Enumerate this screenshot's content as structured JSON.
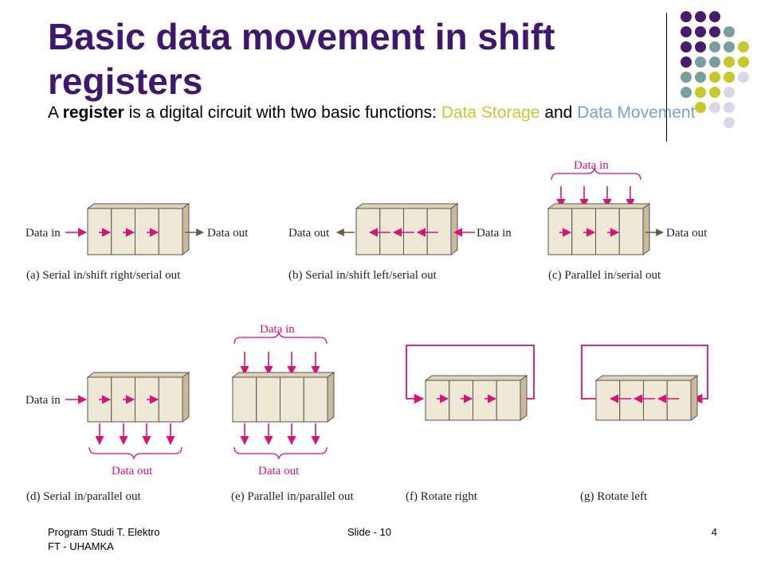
{
  "slide": {
    "title": "Basic data movement in shift registers",
    "intro": {
      "prefix": "A ",
      "bold_word": "register",
      "middle": "  is a digital circuit with two basic functions: ",
      "storage": "Data Storage",
      "and_word": " and ",
      "movement": "Data Movement"
    }
  },
  "diagrams": [
    {
      "caption": "(a) Serial in/shift right/serial out",
      "left_label": "Data in",
      "right_label": "Data out"
    },
    {
      "caption": "(b) Serial in/shift left/serial out",
      "left_label": "Data out",
      "right_label": "Data in"
    },
    {
      "caption": "(c) Parallel in/serial out",
      "top_label": "Data in",
      "right_label": "Data out"
    },
    {
      "caption": "(d) Serial in/parallel out",
      "left_label": "Data in",
      "bottom_label": "Data out"
    },
    {
      "caption": "(e) Parallel in/parallel out",
      "top_label": "Data in",
      "bottom_label": "Data out"
    },
    {
      "caption": "(f) Rotate right"
    },
    {
      "caption": "(g) Rotate left"
    }
  ],
  "footer": {
    "left_line1": "Program Studi T. Elektro",
    "left_line2": "FT - UHAMKA",
    "center": "Slide - 10",
    "page_number": "4"
  },
  "colors": {
    "title": "#3f1670",
    "storage_text": "#c8c832",
    "movement_text": "#7aa0d8",
    "arrow": "#d8127b",
    "cell_fill": "#efe8d6",
    "cell_shade": "#c9b99a",
    "dot_purple": "#4a1a6b",
    "dot_teal": "#7a9e9f",
    "dot_olive": "#c8c82c",
    "dot_lavender": "#d8d8e8"
  }
}
